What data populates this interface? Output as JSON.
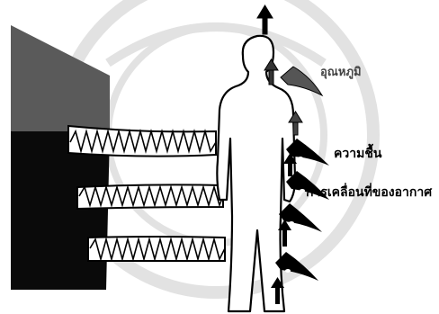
{
  "labels": {
    "temperature": "อุณหภูมิ",
    "humidity": "ความชื้น",
    "air_movement": "การเคลื่อนที่ของอากาศ"
  },
  "colors": {
    "wall_dark": "#0a0a0a",
    "wall_gray": "#5a5a5a",
    "watermark": "#e2e2e2",
    "ink": "#000000"
  },
  "icons": {
    "radiation": "zigzag-wave-icon",
    "temperature_arrows": "up-arrow-icon",
    "air_flow": "curved-arrow-icon"
  }
}
